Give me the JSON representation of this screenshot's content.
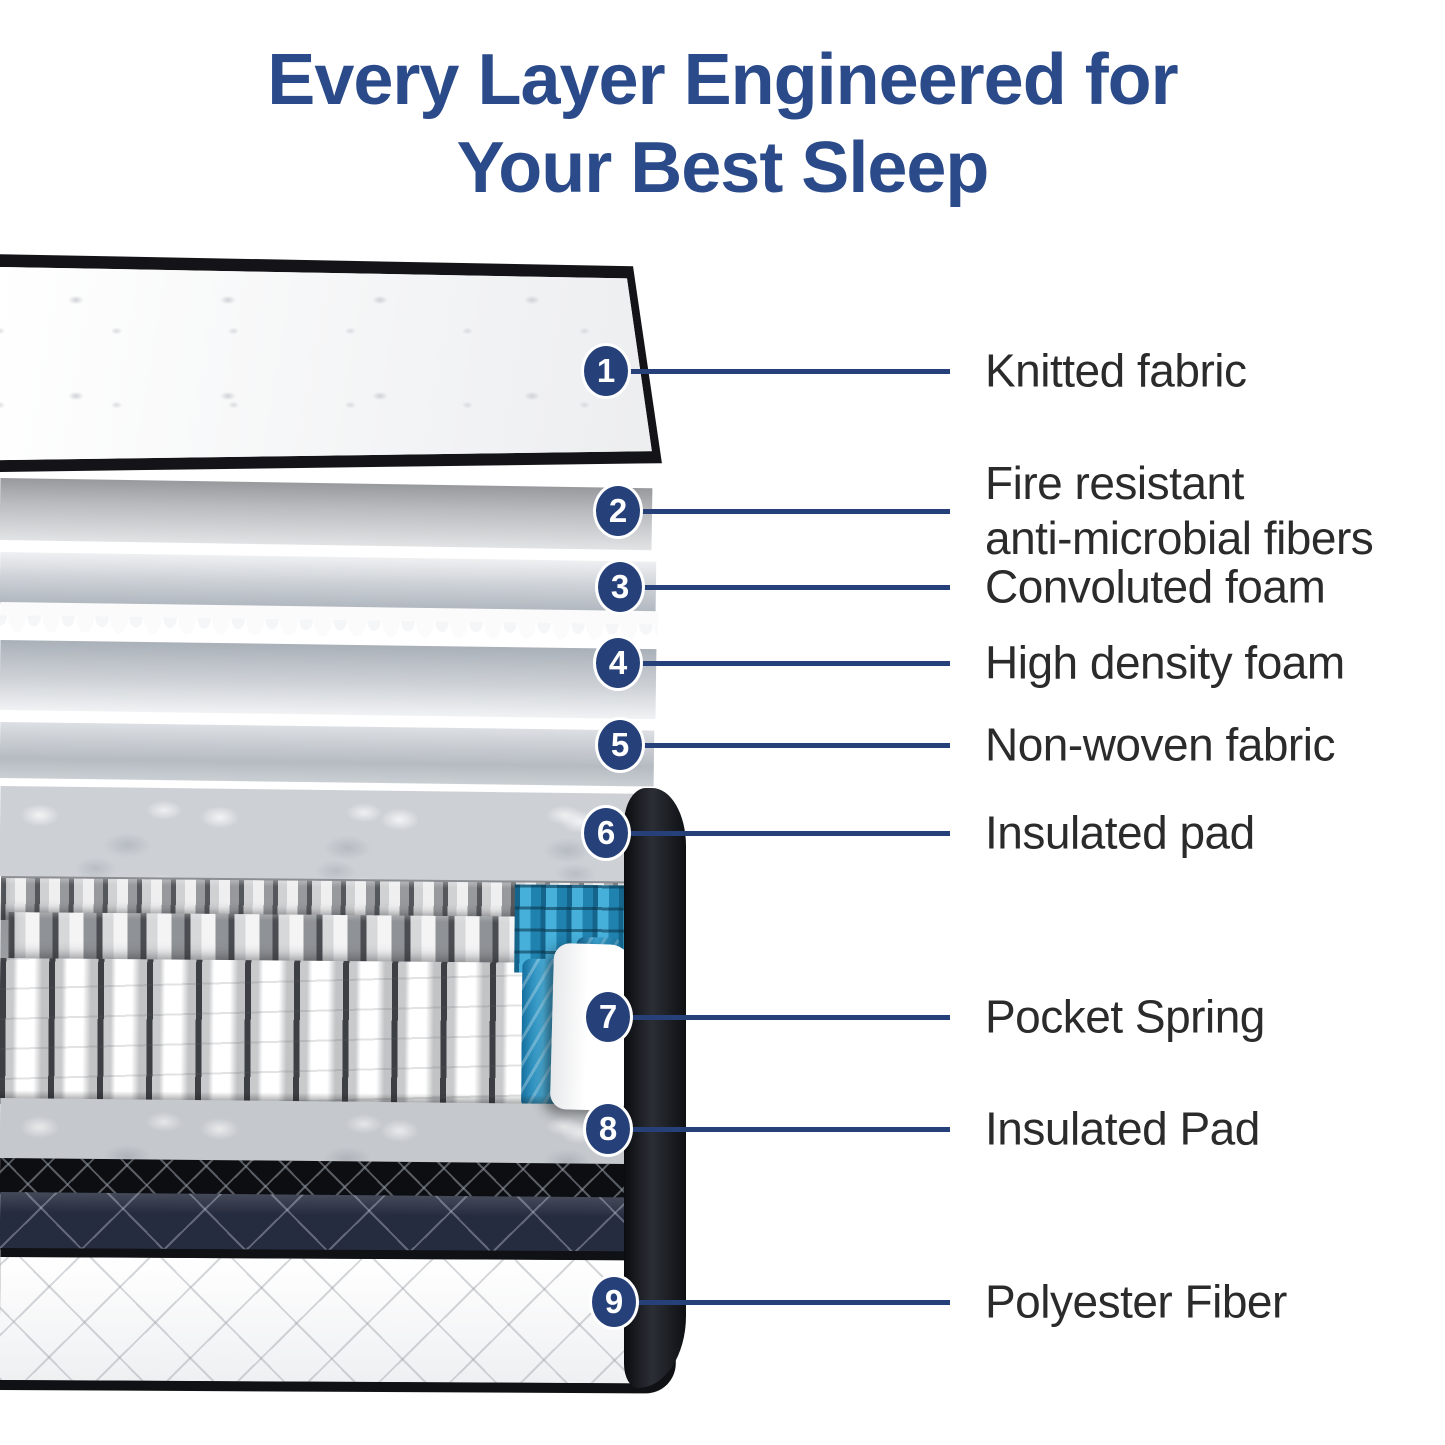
{
  "title": {
    "line1": "Every Layer Engineered for",
    "line2": "Your Best Sleep"
  },
  "callouts": [
    {
      "num": "1",
      "label": "Knitted fabric"
    },
    {
      "num": "2",
      "label": "Fire resistant\nanti-microbial fibers"
    },
    {
      "num": "3",
      "label": "Convoluted foam"
    },
    {
      "num": "4",
      "label": "High density foam"
    },
    {
      "num": "5",
      "label": "Non-woven fabric"
    },
    {
      "num": "6",
      "label": "Insulated pad"
    },
    {
      "num": "7",
      "label": "Pocket Spring"
    },
    {
      "num": "8",
      "label": "Insulated Pad"
    },
    {
      "num": "9",
      "label": "Polyester Fiber"
    }
  ],
  "colors": {
    "title_navy": "#2a4a8a",
    "accent_navy": "#26417a",
    "label_charcoal": "#2b2b2b",
    "spring_blue": "#2e9cc9",
    "edge_black": "#121316"
  }
}
